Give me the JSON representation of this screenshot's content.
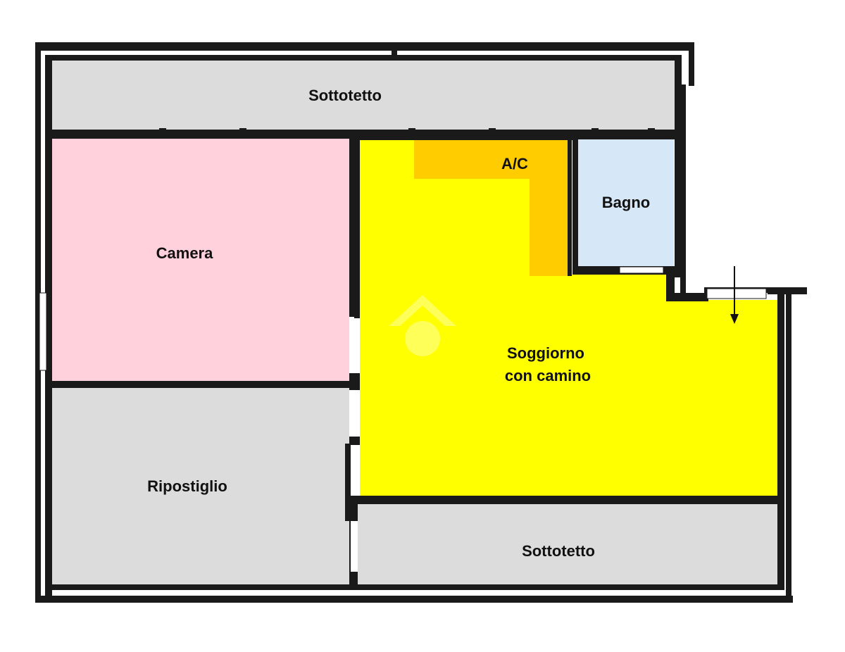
{
  "plan": {
    "rooms": {
      "sottotetto_top": {
        "label": "Sottotetto",
        "color": "#DCDCDC"
      },
      "camera": {
        "label": "Camera",
        "color": "#FFD1DC"
      },
      "ac": {
        "label": "A/C",
        "color": "#FFCC00"
      },
      "bagno": {
        "label": "Bagno",
        "color": "#D6E8F7"
      },
      "soggiorno": {
        "label_line1": "Soggiorno",
        "label_line2": "con camino",
        "color": "#FFFF00"
      },
      "ripostiglio": {
        "label": "Ripostiglio",
        "color": "#DCDCDC"
      },
      "sottotetto_bottom": {
        "label": "Sottotetto",
        "color": "#DCDCDC"
      }
    },
    "wall_color": "#1A1A1A",
    "watermark": "house-logo-watermark"
  }
}
